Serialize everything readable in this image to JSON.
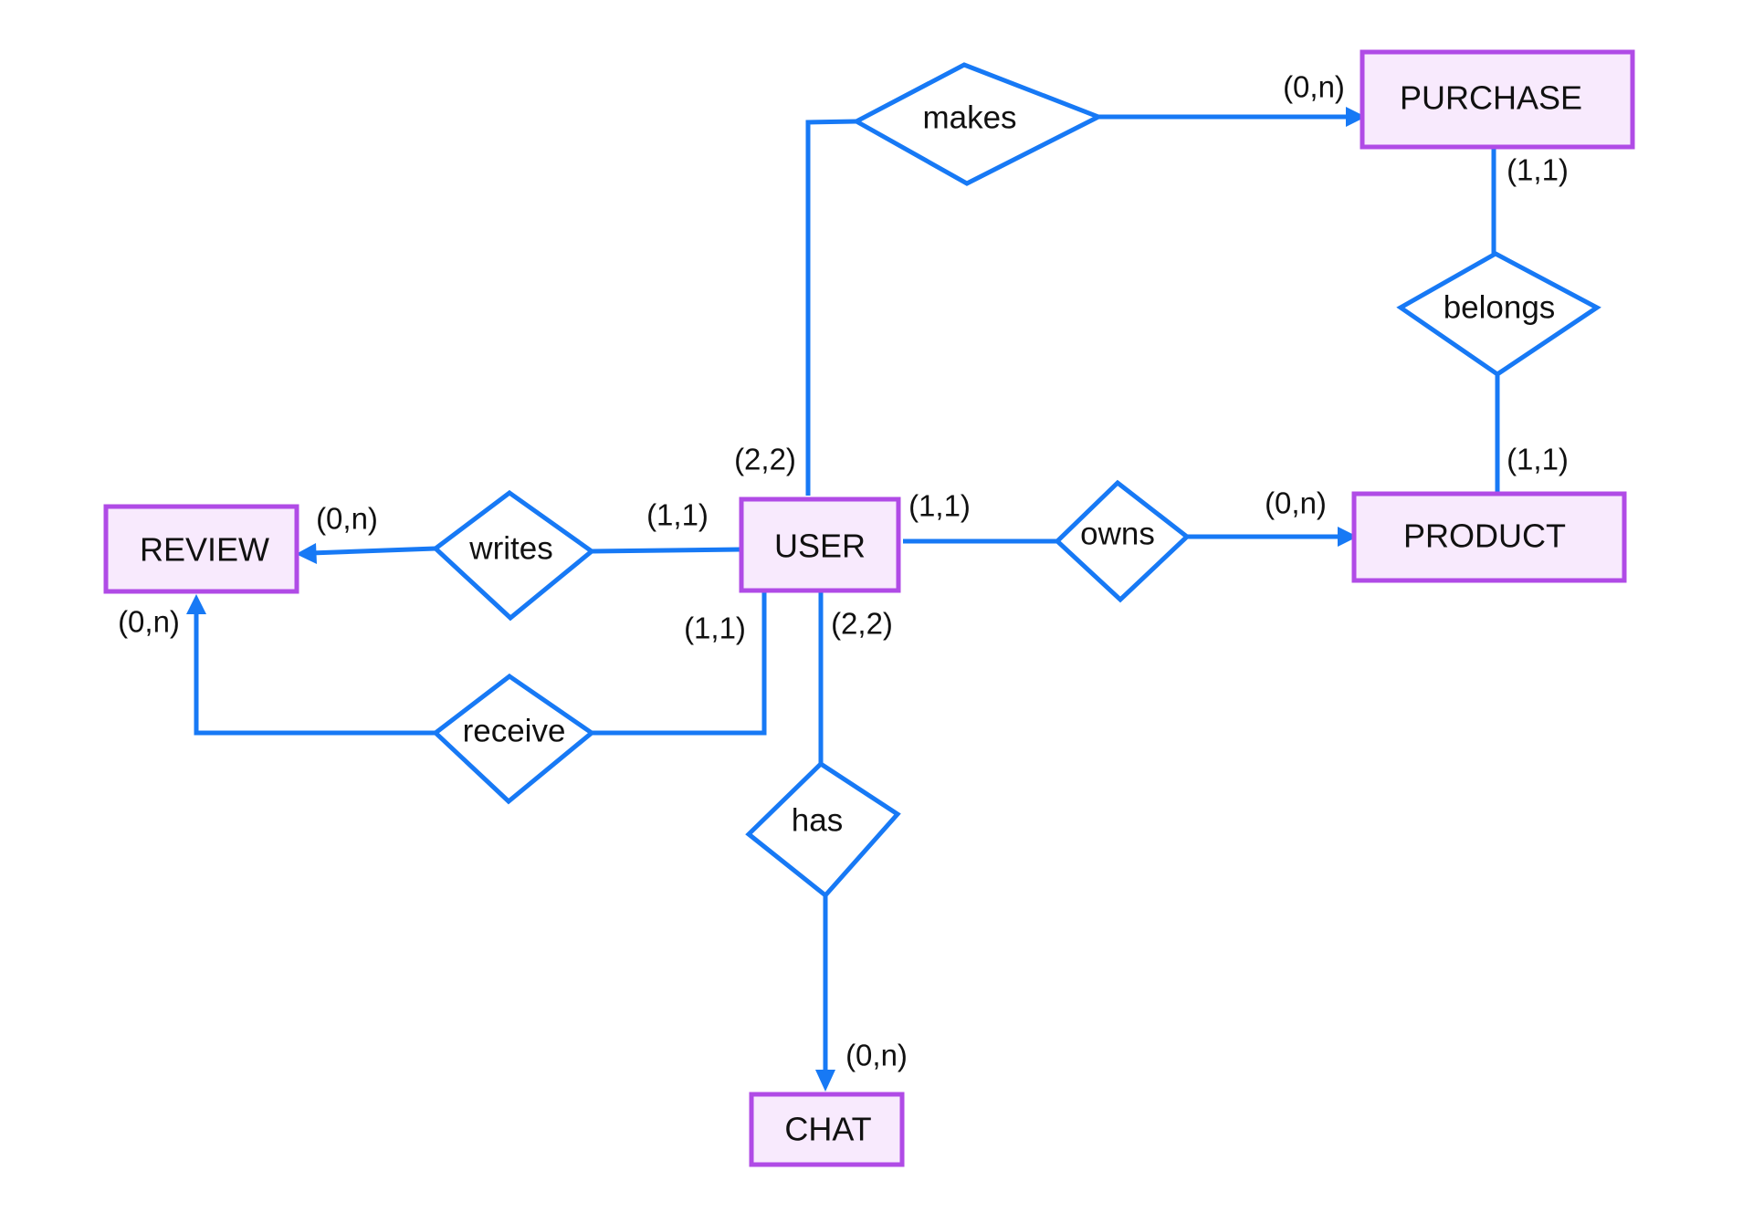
{
  "entities": {
    "purchase": "PURCHASE",
    "product": "PRODUCT",
    "user": "USER",
    "review": "REVIEW",
    "chat": "CHAT"
  },
  "relationships": {
    "makes": "makes",
    "belongs": "belongs",
    "owns": "owns",
    "writes": "writes",
    "receive": "receive",
    "has": "has"
  },
  "cardinalities": {
    "makes_purchase": "(0,n)",
    "purchase_belongs": "(1,1)",
    "product_belongs": "(1,1)",
    "user_makes": "(2,2)",
    "user_owns": "(1,1)",
    "owns_product": "(0,n)",
    "user_writes": "(1,1)",
    "writes_review": "(0,n)",
    "receive_review": "(0,n)",
    "user_receive": "(1,1)",
    "user_has": "(2,2)",
    "has_chat": "(0,n)"
  },
  "colors": {
    "connector": "#1779f5",
    "entity_border": "#b04be6",
    "entity_fill": "#f8eafd"
  }
}
